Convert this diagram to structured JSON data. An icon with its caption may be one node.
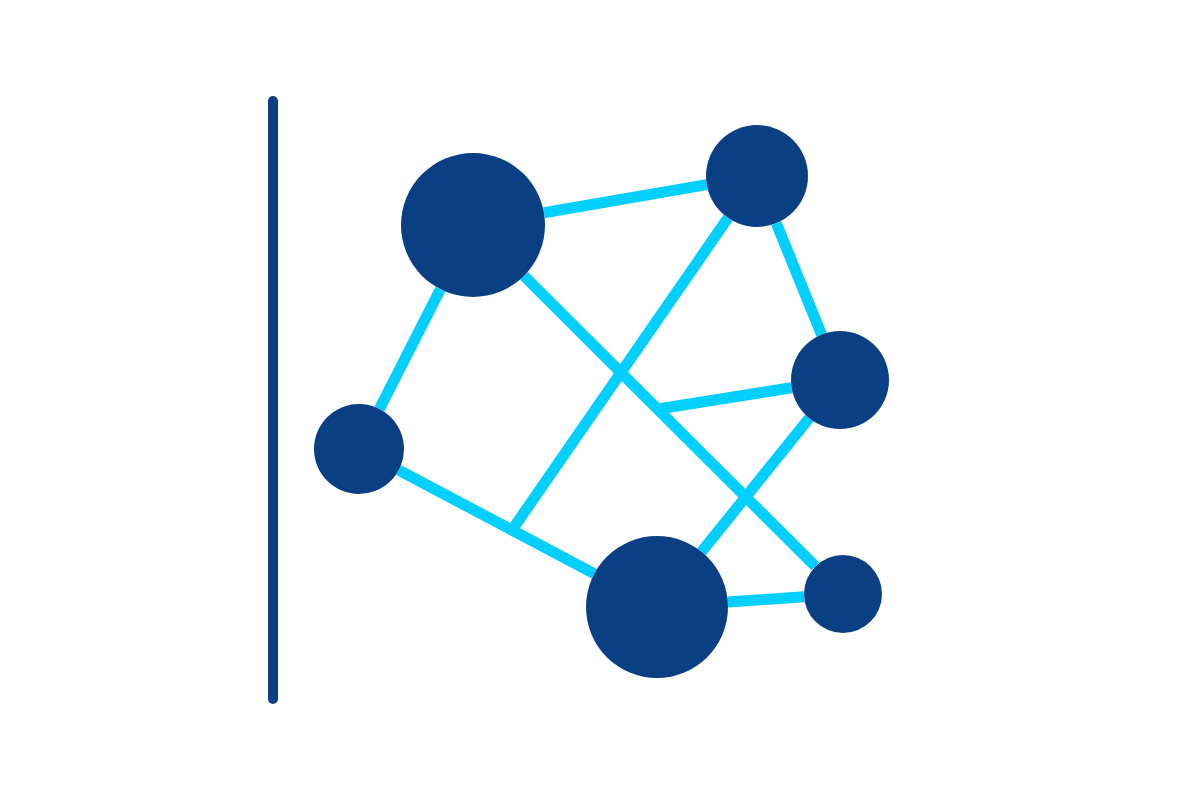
{
  "diagram": {
    "nodes": [
      {
        "text": [],
        "shape": "circle"
      },
      {
        "text": [],
        "shape": "circle"
      },
      {
        "text": [],
        "shape": "circle"
      },
      {
        "text": [],
        "shape": "circle"
      },
      {
        "text": [],
        "shape": "circle"
      },
      {
        "text": [],
        "shape": "circle"
      }
    ],
    "edges": [
      {
        "from": 1,
        "to": 0,
        "arrow": "none"
      },
      {
        "from": 1,
        "to": 3,
        "arrow": "none"
      },
      {
        "from": 1,
        "to": 4,
        "arrow": "none"
      },
      {
        "from": 0,
        "to": 2,
        "arrow": "none"
      },
      {
        "from": 0,
        "to": null,
        "arrow": "none"
      },
      {
        "from": 2,
        "to": null,
        "arrow": "none"
      },
      {
        "from": 2,
        "to": 5,
        "arrow": "none"
      },
      {
        "from": 3,
        "to": 5,
        "arrow": "none"
      },
      {
        "from": 5,
        "to": 4,
        "arrow": "none"
      }
    ]
  }
}
